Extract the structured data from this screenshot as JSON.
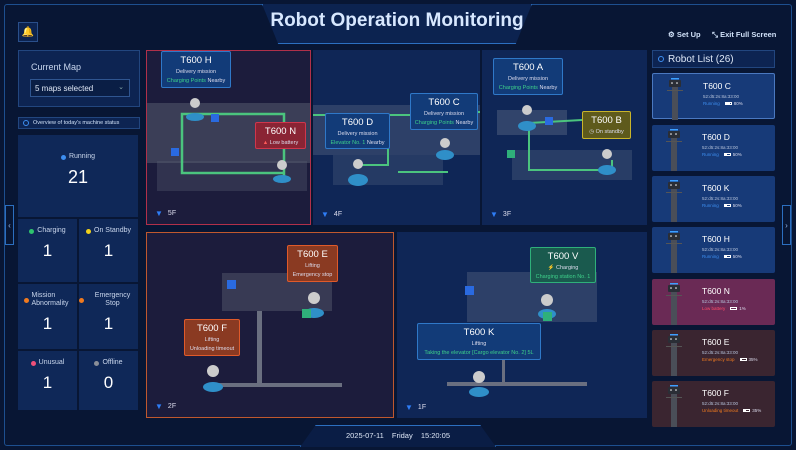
{
  "header": {
    "title": "Robot Operation Monitoring",
    "setup_label": "Set Up",
    "exit_label": "Exit Full Screen",
    "bell_icon": "bell-icon"
  },
  "left": {
    "current_map_label": "Current Map",
    "map_select_value": "5 maps selected",
    "overview_label": "Overview of today's machine status",
    "stats": [
      {
        "label": "Running",
        "value": "21",
        "color": "#3d8ef0"
      },
      {
        "label": "Charging",
        "value": "1",
        "color": "#2ec46e"
      },
      {
        "label": "On Standby",
        "value": "1",
        "color": "#f2d21b"
      },
      {
        "label": "Mission Abnormality",
        "value": "1",
        "color": "#f07a1f"
      },
      {
        "label": "Emergency Stop",
        "value": "1",
        "color": "#f07a1f"
      },
      {
        "label": "Unusual",
        "value": "1",
        "color": "#f0507a"
      },
      {
        "label": "Offline",
        "value": "0",
        "color": "#8a8f98"
      }
    ]
  },
  "maps": [
    {
      "floor": "5F",
      "tags": [
        {
          "name": "T600 H",
          "mission": "Delivery mission",
          "status_a": "Charging Points",
          "status_b": "Nearby"
        },
        {
          "name": "T600 N",
          "mission": "Low battery"
        }
      ]
    },
    {
      "floor": "4F",
      "tags": [
        {
          "name": "T600 D",
          "mission": "Delivery mission",
          "status_a": "Elevator No. 1",
          "status_b": "Nearby"
        },
        {
          "name": "T600 C",
          "mission": "Delivery mission",
          "status_a": "Charging Points",
          "status_b": "Nearby"
        }
      ]
    },
    {
      "floor": "3F",
      "tags": [
        {
          "name": "T600 A",
          "mission": "Delivery mission",
          "status_a": "Charging Points",
          "status_b": "Nearby"
        },
        {
          "name": "T600 B",
          "mission": "On standby"
        }
      ]
    },
    {
      "floor": "2F",
      "tags": [
        {
          "name": "T600 E",
          "mission": "Lifting",
          "status_a": "Emergency stop"
        },
        {
          "name": "T600 F",
          "mission": "Lifting",
          "status_a": "Unloading timeout"
        }
      ]
    },
    {
      "floor": "1F",
      "tags": [
        {
          "name": "T600 V",
          "mission": "Charging",
          "status_a": "Charging station No. 1"
        },
        {
          "name": "T600 K",
          "mission": "Lifting",
          "status_a": "Taking the elevator [Cargo elevator No. 2] 5L"
        }
      ]
    }
  ],
  "robot_list": {
    "title": "Robot List (26)",
    "items": [
      {
        "name": "T600 C",
        "mac": "52:d5:2s:8a:33:00",
        "status": "Running",
        "battery": "80%",
        "battery_level": 0.8,
        "status_color": "#3d8ef0"
      },
      {
        "name": "T600 D",
        "mac": "52:d5:2s:8a:33:00",
        "status": "Running",
        "battery": "50%",
        "battery_level": 0.5,
        "status_color": "#3d8ef0"
      },
      {
        "name": "T600 K",
        "mac": "52:d5:2s:8a:33:00",
        "status": "Running",
        "battery": "50%",
        "battery_level": 0.5,
        "status_color": "#3d8ef0"
      },
      {
        "name": "T600 H",
        "mac": "52:d5:2s:8a:33:00",
        "status": "Running",
        "battery": "50%",
        "battery_level": 0.5,
        "status_color": "#3d8ef0"
      },
      {
        "name": "T600 N",
        "mac": "52:d5:2s:8a:33:00",
        "status": "Low battery",
        "battery": "1%",
        "battery_level": 0.01,
        "status_color": "#ff4d6a"
      },
      {
        "name": "T600 E",
        "mac": "52:d5:2s:8a:33:00",
        "status": "Emergency stop",
        "battery": "35%",
        "battery_level": 0.35,
        "status_color": "#f07a1f"
      },
      {
        "name": "T600 F",
        "mac": "52:d5:2s:8a:33:00",
        "status": "Unloading timeout",
        "battery": "35%",
        "battery_level": 0.35,
        "status_color": "#f07a1f"
      }
    ]
  },
  "footer": {
    "date": "2025-07-11",
    "weekday": "Friday",
    "time": "15:20:05"
  }
}
